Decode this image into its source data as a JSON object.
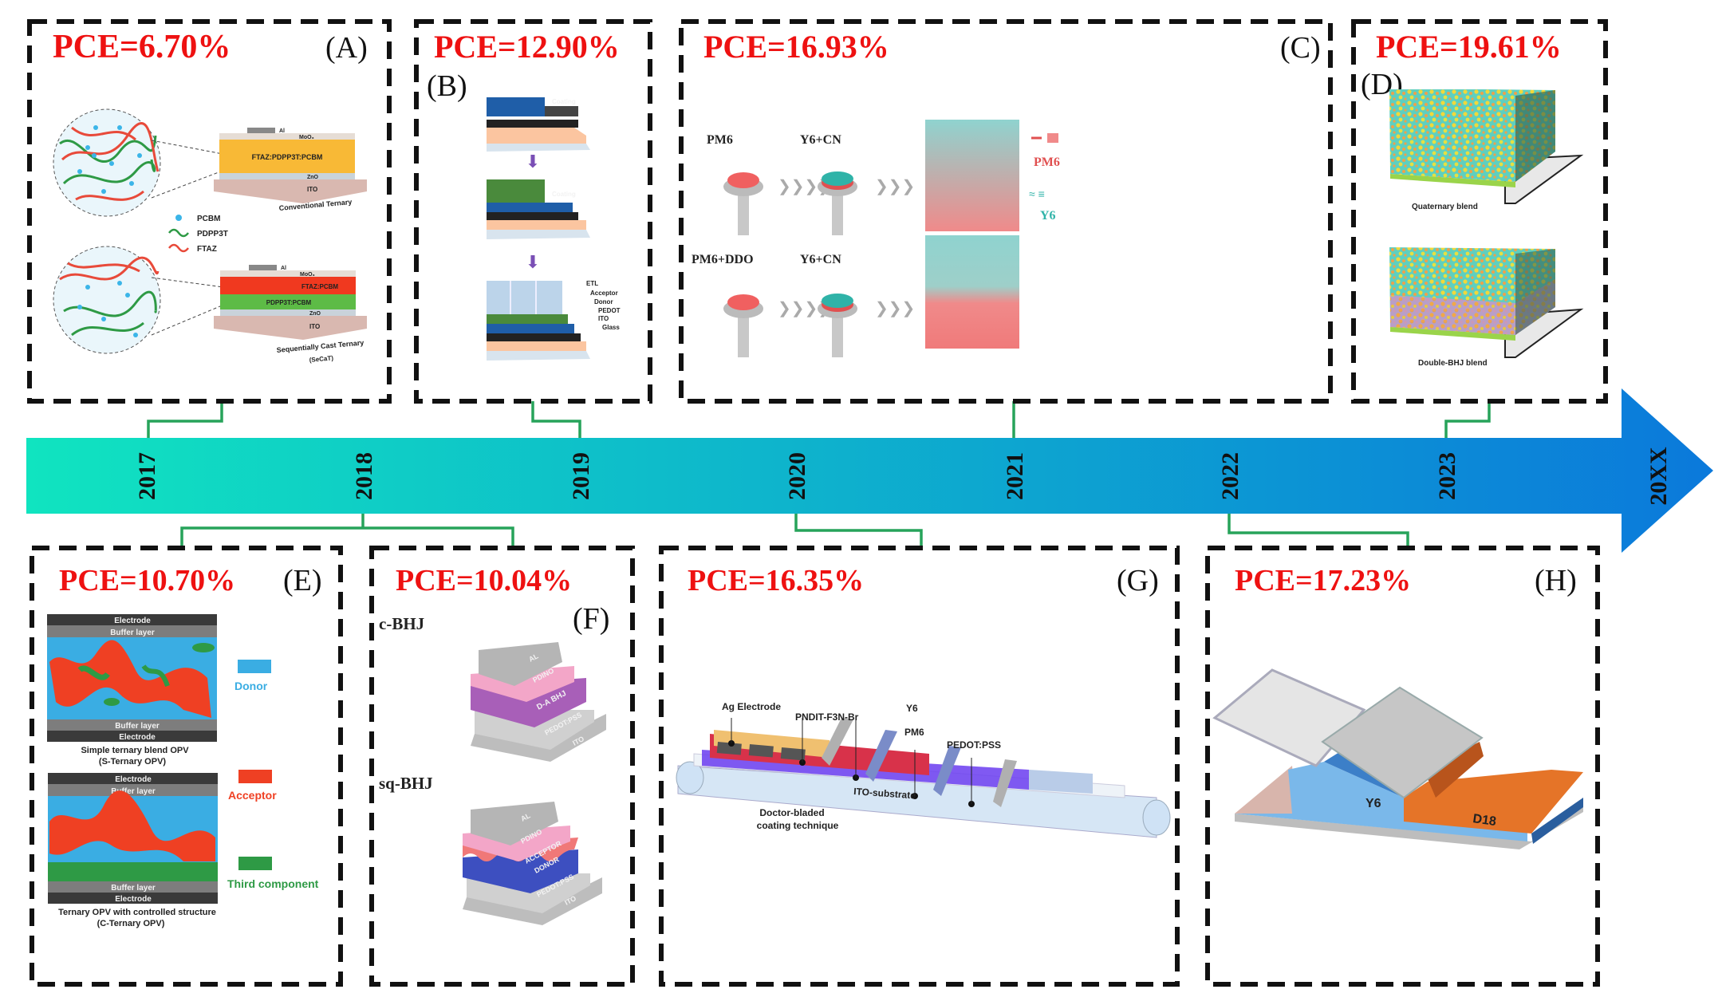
{
  "timeline": {
    "years": [
      "2017",
      "2018",
      "2019",
      "2020",
      "2021",
      "2022",
      "2023",
      "20XX"
    ],
    "colors": {
      "arrow_start": "#10E4C0",
      "arrow_end": "#0B79DB",
      "connector": "#27A35A",
      "pce_text": "#EE1111"
    }
  },
  "panels": {
    "A": {
      "label": "(A)",
      "pce": "PCE=6.70%",
      "year": "2017",
      "legend": [
        "PCBM",
        "PDPP3T",
        "FTAZ"
      ],
      "top_device": {
        "layers": [
          "Al",
          "MoO₃",
          "FTAZ:PDPP3T:PCBM",
          "ZnO",
          "ITO"
        ],
        "caption": "Conventional Ternary"
      },
      "bottom_device": {
        "layers": [
          "Al",
          "MoO₃",
          "FTAZ:PCBM",
          "PDPP3T:PCBM",
          "ZnO",
          "ITO"
        ],
        "caption_line1": "Sequentially Cast Ternary",
        "caption_line2": "(SeCaT)"
      }
    },
    "B": {
      "label": "(B)",
      "pce": "PCE=12.90%",
      "year": "2019",
      "coating_label": "Coating",
      "layers": [
        "ETL",
        "Acceptor",
        "Donor",
        "PEDOT",
        "ITO",
        "Glass"
      ]
    },
    "C": {
      "label": "(C)",
      "pce": "PCE=16.93%",
      "year": "2021",
      "row1": [
        "PM6",
        "Y6+CN"
      ],
      "row2": [
        "PM6+DDO",
        "Y6+CN"
      ],
      "legend": [
        "PM6",
        "Y6"
      ]
    },
    "D": {
      "label": "(D)",
      "pce": "PCE=19.61%",
      "year": "2023",
      "captions": [
        "Quaternary blend",
        "Double-BHJ blend"
      ]
    },
    "E": {
      "label": "(E)",
      "pce": "PCE=10.70%",
      "year": "2018",
      "stack_layers": {
        "electrode": "Electrode",
        "buffer": "Buffer layer"
      },
      "caption1_line1": "Simple ternary blend OPV",
      "caption1_line2": "(S-Ternary OPV)",
      "caption2_line1": "Ternary OPV with controlled structure",
      "caption2_line2": "(C-Ternary OPV)",
      "legend": [
        "Donor",
        "Acceptor",
        "Third component"
      ]
    },
    "F": {
      "label": "(F)",
      "pce": "PCE=10.04%",
      "year": "2018",
      "c_bhj": {
        "title": "c-BHJ",
        "layers": [
          "AL",
          "PDINO",
          "D-A BHJ",
          "PEDOT:PSS",
          "ITO"
        ]
      },
      "sq_bhj": {
        "title": "sq-BHJ",
        "layers": [
          "AL",
          "PDINO",
          "ACCEPTOR",
          "DONOR",
          "PEDOT:PSS",
          "ITO"
        ]
      }
    },
    "G": {
      "label": "(G)",
      "pce": "PCE=16.35%",
      "year": "2020",
      "callouts": [
        "Ag Electrode",
        "PNDIT-F3N-Br",
        "Y6",
        "PM6",
        "PEDOT:PSS"
      ],
      "substrate": "ITO-substrate",
      "caption_line1": "Doctor-bladed",
      "caption_line2": "coating technique"
    },
    "H": {
      "label": "(H)",
      "pce": "PCE=17.23%",
      "year": "2022",
      "materials": [
        "Y6",
        "D18"
      ]
    }
  }
}
